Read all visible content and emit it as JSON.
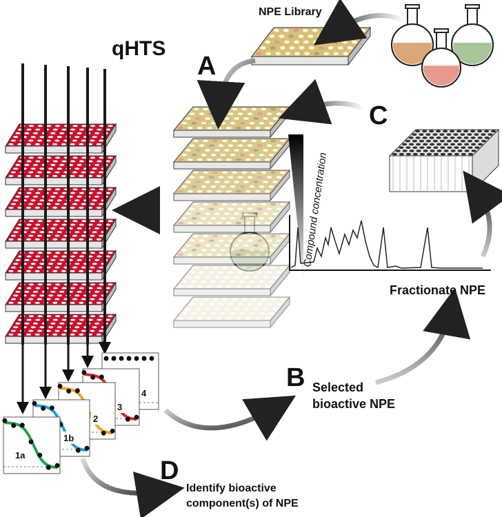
{
  "labels": {
    "library": "NPE Library",
    "qhts": "qHTS",
    "step_a": "A",
    "step_b": "B",
    "step_c": "C",
    "step_d": "D",
    "concentration": "Compound concentration",
    "fractionate": "Fractionate NPE",
    "selected_line1": "Selected",
    "selected_line2": "bioactive NPE",
    "identify_line1": "Identify bioactive",
    "identify_line2": "component(s) of NPE"
  },
  "curves": [
    {
      "id": "1a",
      "color": "#1ea44a"
    },
    {
      "id": "1b",
      "color": "#1a9fd8"
    },
    {
      "id": "2",
      "color": "#f2a51c"
    },
    {
      "id": "3",
      "color": "#e52421"
    },
    {
      "id": "4",
      "color": "#333333"
    }
  ],
  "colors": {
    "plate_red": "#c8102e",
    "plate_gold": "#d8c070",
    "flask_orange": "#d9a77a",
    "flask_pink": "#e99a8f",
    "flask_green": "#a8c69a"
  }
}
